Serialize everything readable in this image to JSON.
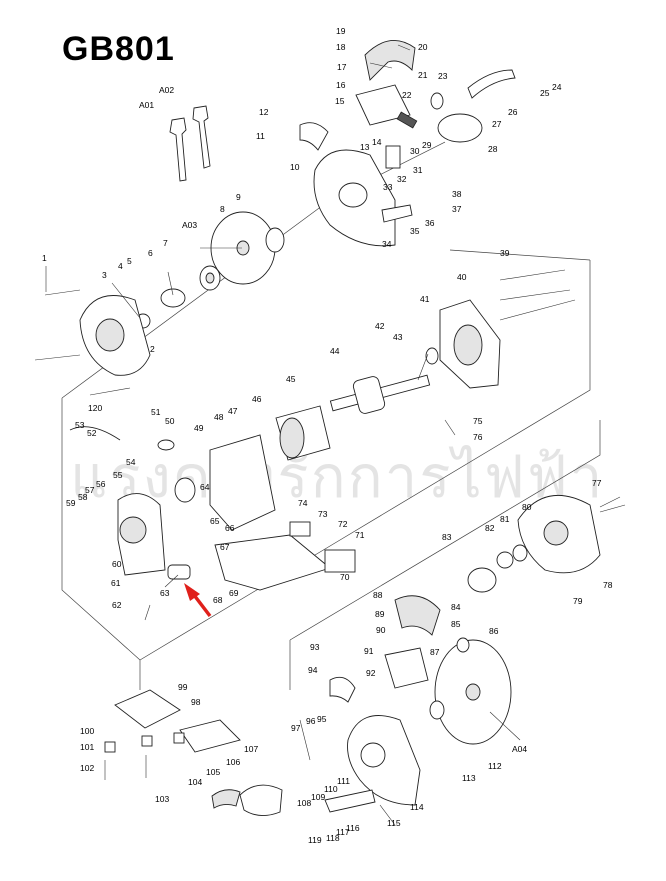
{
  "title": "GB801",
  "watermark": "แรงดวงรักการไฟฟ้า",
  "arrow_color": "#e0201b",
  "labels": [
    "1",
    "2",
    "3",
    "4",
    "5",
    "6",
    "7",
    "8",
    "9",
    "10",
    "11",
    "12",
    "13",
    "14",
    "15",
    "16",
    "17",
    "18",
    "19",
    "20",
    "21",
    "22",
    "23",
    "24",
    "25",
    "26",
    "27",
    "28",
    "29",
    "30",
    "31",
    "32",
    "33",
    "34",
    "35",
    "36",
    "37",
    "38",
    "39",
    "40",
    "41",
    "42",
    "43",
    "44",
    "45",
    "46",
    "47",
    "48",
    "49",
    "50",
    "51",
    "52",
    "53",
    "54",
    "55",
    "56",
    "57",
    "58",
    "59",
    "60",
    "61",
    "62",
    "63",
    "64",
    "65",
    "66",
    "67",
    "68",
    "69",
    "70",
    "71",
    "72",
    "73",
    "74",
    "75",
    "76",
    "77",
    "78",
    "79",
    "80",
    "81",
    "82",
    "83",
    "84",
    "85",
    "86",
    "87",
    "88",
    "89",
    "90",
    "91",
    "92",
    "93",
    "94",
    "95",
    "96",
    "97",
    "98",
    "99",
    "100",
    "101",
    "102",
    "103",
    "104",
    "105",
    "106",
    "107",
    "108",
    "109",
    "110",
    "111",
    "112",
    "113",
    "114",
    "115",
    "116",
    "117",
    "118",
    "119",
    "120",
    "A01",
    "A02",
    "A03",
    "A04"
  ]
}
